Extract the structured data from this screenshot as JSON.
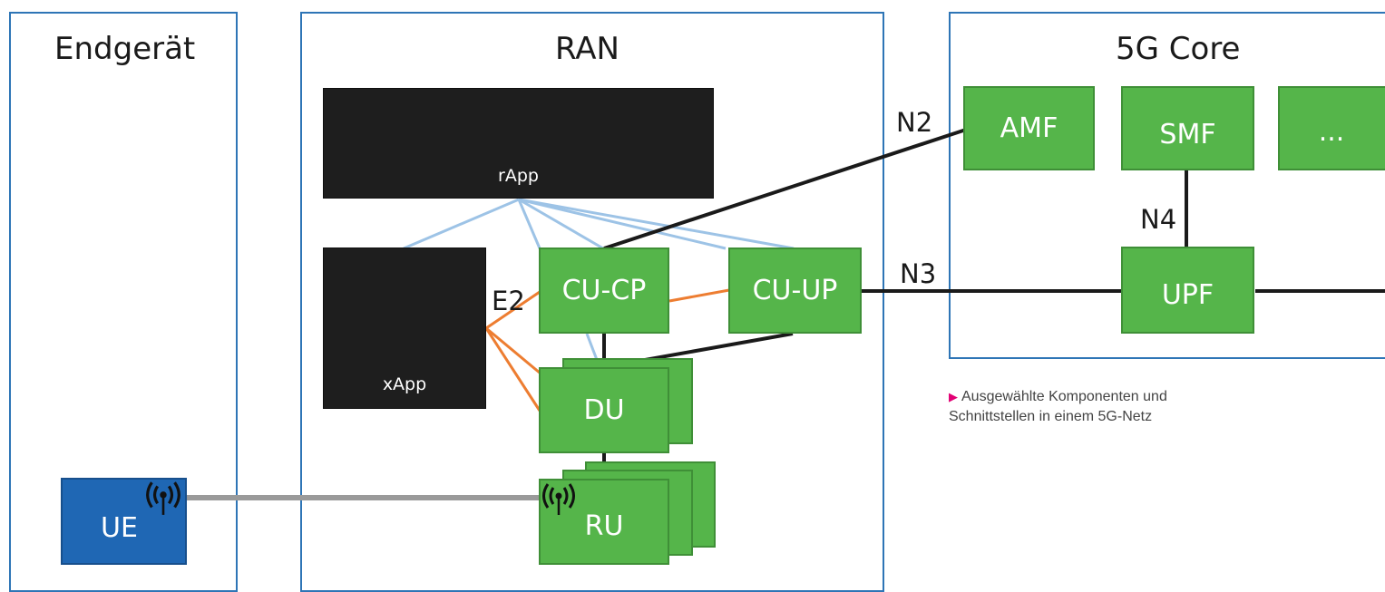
{
  "panels": {
    "endgeraet": "Endgerät",
    "ran": "RAN",
    "core": "5G Core"
  },
  "components": {
    "rapp": "rApp",
    "xapp": "xApp",
    "cucp": "CU-CP",
    "cuup": "CU-UP",
    "du": "DU",
    "ru": "RU",
    "ue": "UE",
    "amf": "AMF",
    "smf": "SMF",
    "more": "...",
    "upf": "UPF"
  },
  "interfaces": {
    "n2": "N2",
    "n3": "N3",
    "n4": "N4",
    "e2": "E2"
  },
  "caption": {
    "line1": "Ausgewählte Komponenten und",
    "line2": "Schnittstellen in einem 5G-Netz"
  },
  "colors": {
    "green": "#55b54a",
    "dark": "#1e1e1e",
    "blue": "#1f67b4",
    "panel_border": "#2e75b6",
    "e2_link": "#ed7d31",
    "o1_link": "#9dc3e6",
    "caption_marker": "#e20074"
  }
}
